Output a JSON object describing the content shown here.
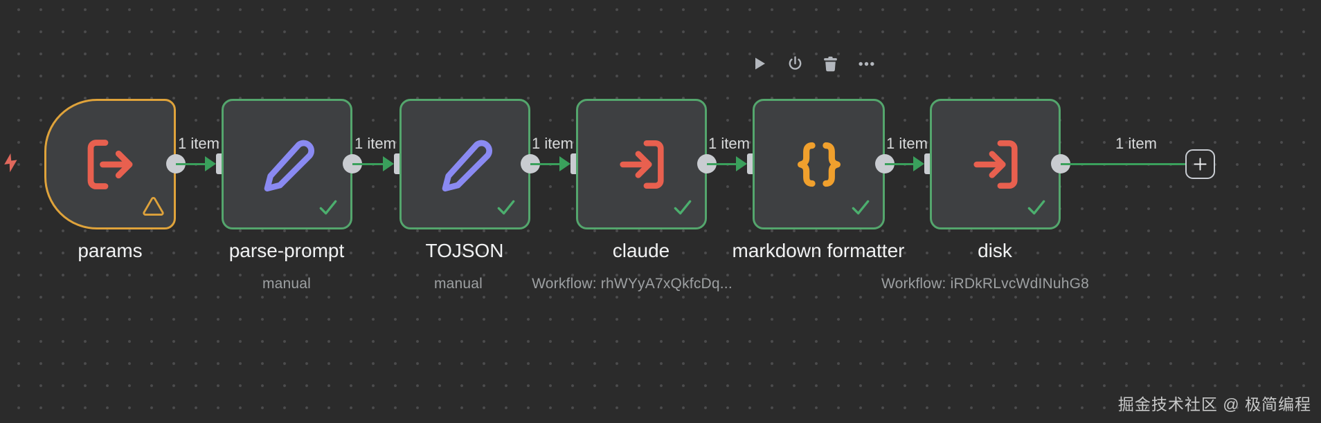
{
  "colors": {
    "canvas_bg": "#2b2b2b",
    "node_fill": "#3e4042",
    "node_border_success": "#54a66d",
    "node_border_warning": "#dfa33b",
    "connection_green": "#3aa05c",
    "connector_gray": "#c9ccd1",
    "icon_salmon": "#e8604f",
    "icon_purple": "#8a8af2",
    "icon_orange": "#f0a02d",
    "check_green": "#4caf6e",
    "toolbar_icon_gray": "#b3b7bd"
  },
  "toolbar": {
    "icons": [
      "play-icon",
      "power-icon",
      "trash-icon",
      "more-options-icon"
    ]
  },
  "trigger_indicator": "lightning-bolt-icon",
  "nodes": [
    {
      "label": "params",
      "sublabel": "",
      "icon": "log-out-icon",
      "state": "warning"
    },
    {
      "label": "parse-prompt",
      "sublabel": "manual",
      "icon": "pencil-icon",
      "state": "success"
    },
    {
      "label": "TOJSON",
      "sublabel": "manual",
      "icon": "pencil-icon",
      "state": "success"
    },
    {
      "label": "claude",
      "sublabel": "Workflow: rhWYyA7xQkfcDq...",
      "icon": "log-in-icon",
      "state": "success"
    },
    {
      "label": "markdown formatter",
      "sublabel": "",
      "icon": "braces-icon",
      "state": "success"
    },
    {
      "label": "disk",
      "sublabel": "Workflow: iRDkRLvcWdINuhG8",
      "icon": "log-in-icon",
      "state": "success"
    }
  ],
  "connections": [
    {
      "label": "1 item"
    },
    {
      "label": "1 item"
    },
    {
      "label": "1 item"
    },
    {
      "label": "1 item"
    },
    {
      "label": "1 item"
    },
    {
      "label": "1 item"
    }
  ],
  "add_button": {
    "icon": "plus-icon"
  },
  "watermark": "掘金技术社区 @ 极简编程"
}
